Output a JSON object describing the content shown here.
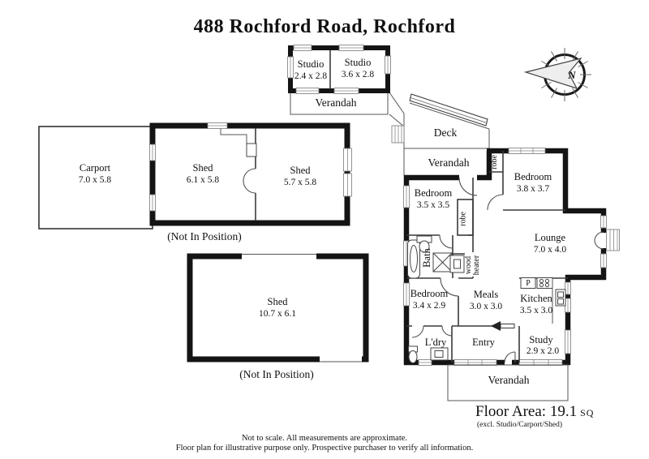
{
  "title": "488 Rochford Road, Rochford",
  "compass": {
    "label": "N"
  },
  "studio_building": {
    "rooms": [
      {
        "name": "Studio",
        "dims": "2.4 x 2.8"
      },
      {
        "name": "Studio",
        "dims": "3.6 x 2.8"
      }
    ],
    "verandah": "Verandah"
  },
  "outbuildings": {
    "carport": {
      "name": "Carport",
      "dims": "7.0 x 5.8"
    },
    "shed1": {
      "name": "Shed",
      "dims": "6.1 x 5.8"
    },
    "shed2": {
      "name": "Shed",
      "dims": "5.7 x 5.8"
    },
    "shed3": {
      "name": "Shed",
      "dims": "10.7 x 6.1"
    },
    "not_in_position_1": "(Not In Position)",
    "not_in_position_2": "(Not In Position)"
  },
  "house": {
    "deck": "Deck",
    "verandah_top": "Verandah",
    "verandah_bottom": "Verandah",
    "robe_top": "robe",
    "robe_mid": "robe",
    "bedroom1": {
      "name": "Bedroom",
      "dims": "3.8 x 3.7"
    },
    "bedroom2": {
      "name": "Bedroom",
      "dims": "3.5 x 3.5"
    },
    "bedroom3": {
      "name": "Bedroom",
      "dims": "3.4 x 2.9"
    },
    "lounge": {
      "name": "Lounge",
      "dims": "7.0 x 4.0"
    },
    "bath": "Bath",
    "wood_heater": {
      "line1": "wood",
      "line2": "heater"
    },
    "meals": {
      "name": "Meals",
      "dims": "3.0 x 3.0"
    },
    "kitchen": {
      "name": "Kitchen",
      "dims": "3.5 x 3.0"
    },
    "pantry": "P",
    "laundry": "L'dry",
    "entry": "Entry",
    "study": {
      "name": "Study",
      "dims": "2.9 x 2.0"
    }
  },
  "floor_area": {
    "label": "Floor Area: 19.1",
    "unit": "SQ",
    "note": "(excl. Studio/Carport/Shed)"
  },
  "footer": {
    "line1": "Not to scale. All measurements are approximate.",
    "line2": "Floor plan for illustrative purpose only. Prospective purchaser to verify all information."
  }
}
